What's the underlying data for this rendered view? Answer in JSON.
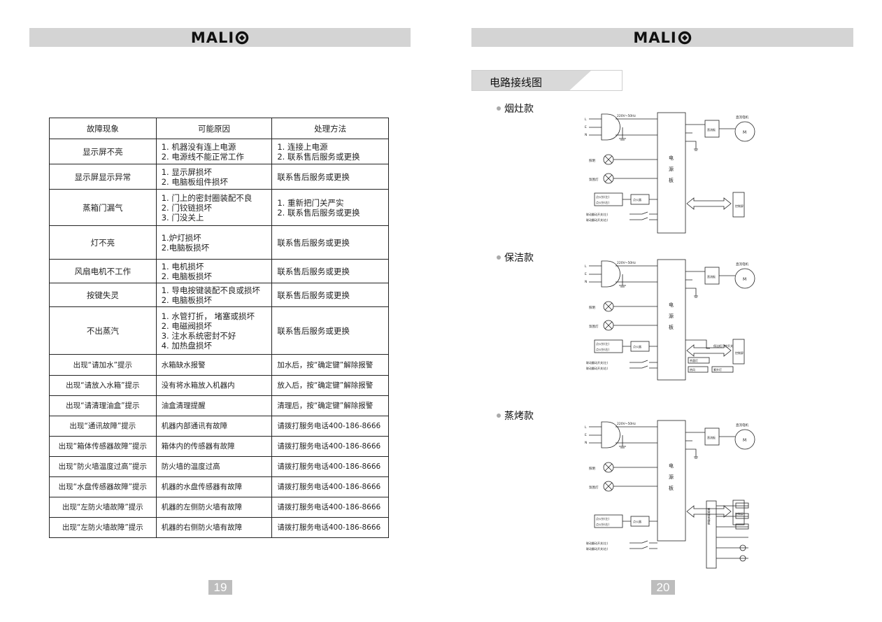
{
  "brand": "MALI",
  "page19": {
    "page_number": "19",
    "table": {
      "headers": [
        "故障现象",
        "可能原因",
        "处理方法"
      ],
      "rows": [
        {
          "symptom": "显示屏不亮",
          "causes": [
            "1. 机器没有连上电源",
            "2. 电源线不能正常工作"
          ],
          "fixes": [
            "1. 连接上电源",
            "2. 联系售后服务或更换"
          ]
        },
        {
          "symptom": "显示屏显示异常",
          "causes": [
            "1. 显示屏损坏",
            "2. 电脑板组件损坏"
          ],
          "fixes": [
            "联系售后服务或更换"
          ]
        },
        {
          "symptom": "蒸箱门漏气",
          "causes": [
            "1. 门上的密封圈装配不良",
            "2. 门铰链损坏",
            "3. 门没关上"
          ],
          "fixes": [
            "1. 重新把门关严实",
            "2. 联系售后服务或更换"
          ]
        },
        {
          "symptom": "灯不亮",
          "causes": [
            "1.炉灯损坏",
            "2.电脑板损坏"
          ],
          "fixes": [
            "联系售后服务或更换"
          ]
        },
        {
          "symptom": "风扇电机不工作",
          "causes": [
            "1. 电机损坏",
            "2. 电脑板损坏"
          ],
          "fixes": [
            "联系售后服务或更换"
          ]
        },
        {
          "symptom": "按键失灵",
          "causes": [
            "1. 导电按键装配不良或损坏",
            "2. 电脑板损坏"
          ],
          "fixes": [
            "联系售后服务或更换"
          ]
        },
        {
          "symptom": "不出蒸汽",
          "causes": [
            "1. 水管打折， 堵塞或损坏",
            "2. 电磁阀损坏",
            "3. 注水系统密封不好",
            "4. 加热盘损坏"
          ],
          "fixes": [
            "联系售后服务或更换"
          ]
        },
        {
          "symptom": "出现“请加水”提示",
          "causes": [
            "水箱缺水报警"
          ],
          "fixes": [
            "加水后，按“确定键”解除报警"
          ]
        },
        {
          "symptom": "出现“请放入水箱”提示",
          "causes": [
            "没有将水箱放入机器内"
          ],
          "fixes": [
            "放入后，按“确定键”解除报警"
          ]
        },
        {
          "symptom": "出现“请清理油盒”提示",
          "causes": [
            "油盒清理提醒"
          ],
          "fixes": [
            "清理后，按“确定键”解除报警"
          ]
        },
        {
          "symptom": "出现“通讯故障”提示",
          "causes": [
            "机器内部通讯有故障"
          ],
          "fixes": [
            "请拨打服务电话400-186-8666"
          ]
        },
        {
          "symptom": "出现“箱体传感器故障”提示",
          "causes": [
            "箱体内的传感器有故障"
          ],
          "fixes": [
            "请拨打服务电话400-186-8666"
          ]
        },
        {
          "symptom": "出现“防火墙温度过高”提示",
          "causes": [
            "防火墙的温度过高"
          ],
          "fixes": [
            "请拨打服务电话400-186-8666"
          ]
        },
        {
          "symptom": "出现“水盘传感器故障”提示",
          "causes": [
            "机器的水盘传感器有故障"
          ],
          "fixes": [
            "请拨打服务电话400-186-8666"
          ]
        },
        {
          "symptom": "出现“左防火墙故障”提示",
          "causes": [
            "机器的左侧防火墙有故障"
          ],
          "fixes": [
            "请拨打服务电话400-186-8666"
          ]
        },
        {
          "symptom": "出现“左防火墙故障”提示",
          "causes": [
            "机器的右侧防火墙有故障"
          ],
          "fixes": [
            "请拨打服务电话400-186-8666"
          ]
        }
      ]
    }
  },
  "page20": {
    "page_number": "20",
    "section_title": "电路接线图",
    "variants": [
      "烟灶款",
      "保洁款",
      "蒸烤款"
    ],
    "diagram_labels": {
      "voltage": "220V~50Hz",
      "L": "L",
      "E": "E",
      "N": "N",
      "board": [
        "电",
        "源",
        "板"
      ],
      "motor_title": "直流电机",
      "motor": "M",
      "drive": "直流板",
      "light": "照明",
      "ozone": "氛围灯",
      "ign_left": "点火针(左)",
      "ign_right": "点火针(右)",
      "igniter": "点火器",
      "sw_left": "联动翻动开关(左)",
      "sw_right": "联动翻动开关(右)",
      "control": "控制屏",
      "door_switch": "保洁柜门控开关",
      "ster_a": "杀菌灯",
      "ster_b": "热风",
      "ster_c": "紫外灯",
      "steam_board": "蒸烤继电器板"
    }
  }
}
